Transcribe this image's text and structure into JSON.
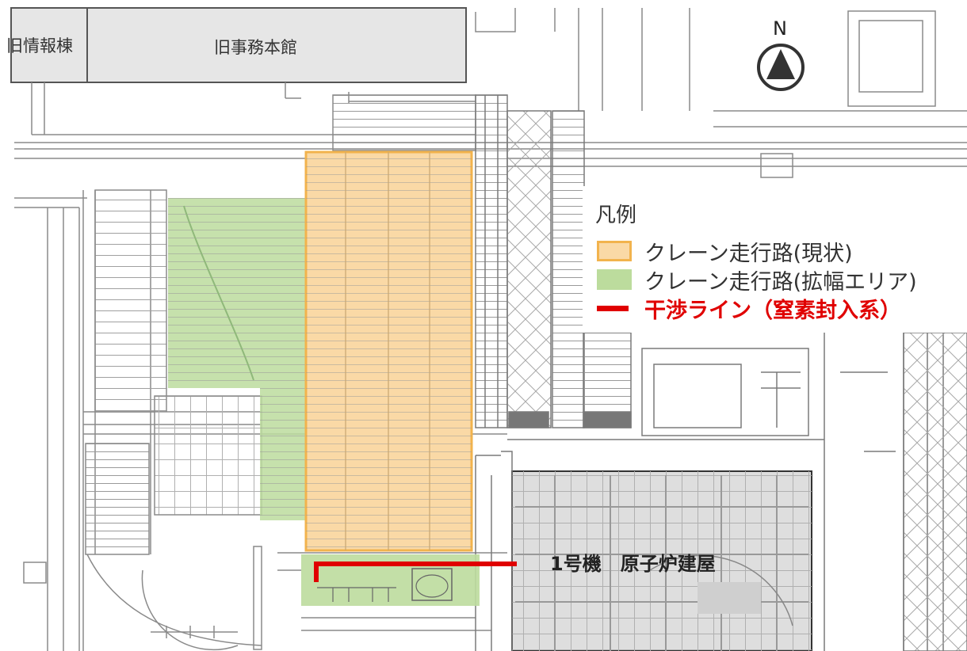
{
  "labels": {
    "old_info_building": "旧情報棟",
    "old_office_main": "旧事務本館",
    "north": "N",
    "reactor_building": "1号機　原子炉建屋"
  },
  "legend": {
    "title": "凡例",
    "items": [
      {
        "label": "クレーン走行路(現状)",
        "color": "#fad9a6"
      },
      {
        "label": "クレーン走行路(拡幅エリア)",
        "color": "#bcdc9d"
      },
      {
        "label": "干渉ライン（窒素封入系）",
        "color": "#e00000"
      }
    ]
  },
  "colors": {
    "current_crane_path": "#fad9a6",
    "current_crane_path_border": "#f2b34d",
    "expansion_area": "#bcdc9d",
    "interference_line": "#e00000",
    "drawing_lines": "#8a8a8a",
    "building_fill": "#e6e6e6"
  }
}
